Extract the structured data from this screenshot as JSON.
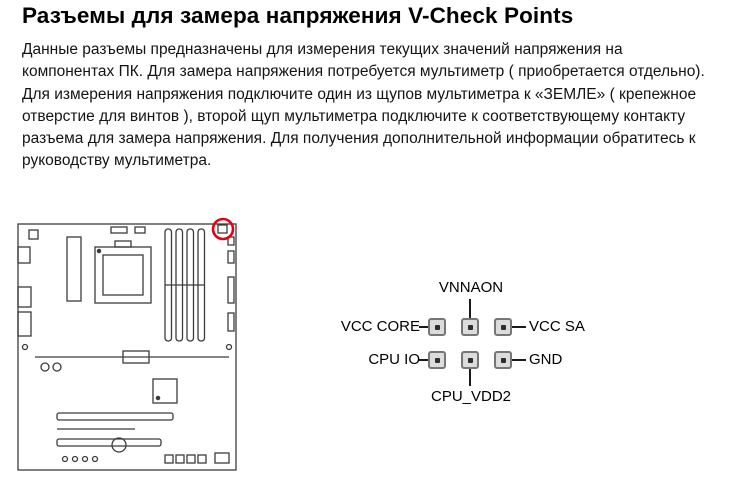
{
  "page": {
    "title": "Разъемы для замера напряжения V-Check Points",
    "body": "Данные разъемы предназначены для измерения текущих значений напряжения на компонентах ПК. Для замера напряжения потребуется мультиметр ( приобретается отдельно). Для измерения напряжения подключите один из щупов мультиметра к «ЗЕМЛЕ» ( крепежное отверстие для винтов ), второй щуп мультиметра подключите к соответствующему контакту разъема для замера напряжения. Для получения дополнительной информации обратитесь к руководству мультиметра."
  },
  "pinout": {
    "labels": {
      "vnnaon": "VNNAON",
      "vcc_core": "VCC CORE",
      "vcc_sa": "VCC SA",
      "cpu_io": "CPU IO",
      "gnd": "GND",
      "cpu_vdd2": "CPU_VDD2"
    }
  },
  "colors": {
    "highlight_red": "#e60012",
    "diagram_line": "#3c3c3c",
    "text": "#141414"
  }
}
